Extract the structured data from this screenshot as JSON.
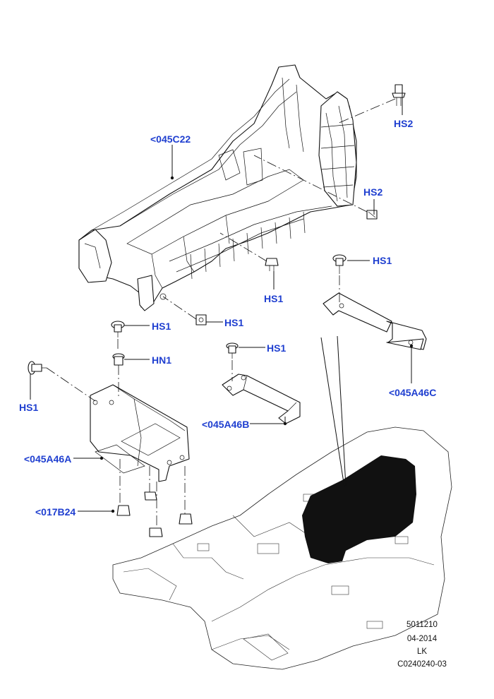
{
  "callouts": {
    "c045C22": "<045C22",
    "hs2_top": "HS2",
    "hs2_mid": "HS2",
    "hs1_right_top": "HS1",
    "hs1_center": "HS1",
    "hs1_front": "HS1",
    "hs1_left_stud": "HS1",
    "hn1": "HN1",
    "hs1_bracket_b": "HS1",
    "hs1_side": "HS1",
    "c045A46C": "<045A46C",
    "c045A46B": "<045A46B",
    "c045A46A": "<045A46A",
    "c017B24": "<017B24"
  },
  "footer": {
    "line1": "5011210",
    "line2": "04-2014",
    "line3": "LK",
    "line4": "C0240240-03"
  },
  "colors": {
    "callout": "#1f3fd0",
    "line": "#111111"
  }
}
